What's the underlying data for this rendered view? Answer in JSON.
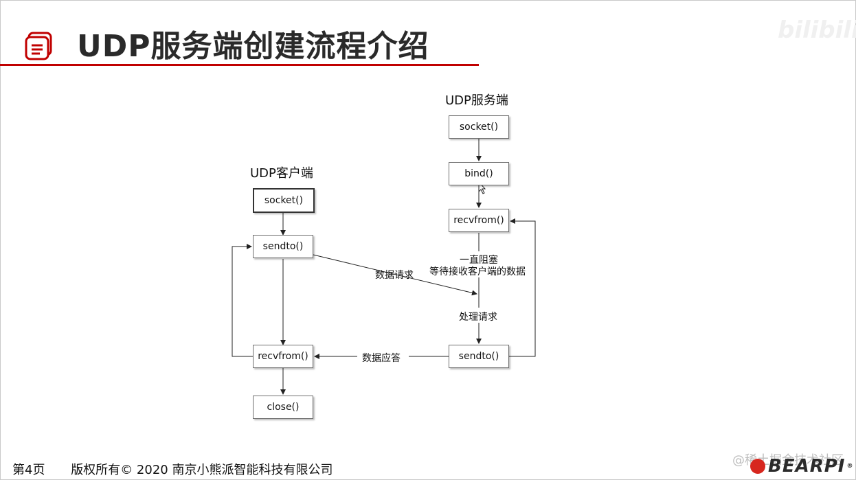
{
  "slide": {
    "title": "UDP服务端创建流程介绍",
    "icon": "document-list-icon",
    "accent_color": "#c00000"
  },
  "watermark": {
    "top_right": "bilibili"
  },
  "diagram": {
    "client_heading": "UDP客户端",
    "server_heading": "UDP服务端",
    "client_nodes": {
      "socket": "socket()",
      "sendto": "sendto()",
      "recvfrom": "recvfrom()",
      "close": "close()"
    },
    "server_nodes": {
      "socket": "socket()",
      "bind": "bind()",
      "recvfrom": "recvfrom()",
      "sendto": "sendto()"
    },
    "edge_labels": {
      "data_request": "数据请求",
      "data_response": "数据应答",
      "blocking_line1": "一直阻塞",
      "blocking_line2": "等待接收客户端的数据",
      "process_request": "处理请求"
    }
  },
  "footer": {
    "page": "第4页",
    "copyright": "版权所有© 2020 南京小熊派智能科技有限公司",
    "community": "@稀土掘金技术社区",
    "brand": "BEARPI"
  }
}
